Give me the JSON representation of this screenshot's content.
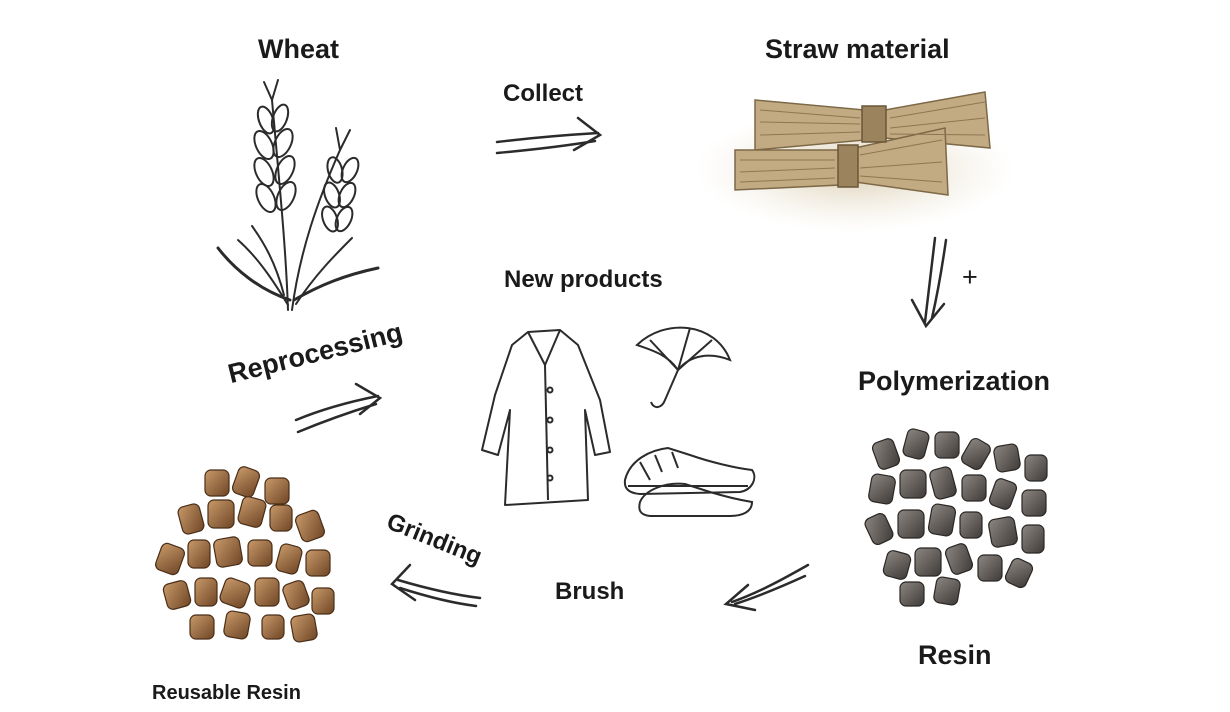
{
  "diagram": {
    "labels": {
      "wheat": "Wheat",
      "collect": "Collect",
      "straw_material": "Straw material",
      "new_products": "New products",
      "polymerization": "Polymerization",
      "reprocessing": "Reprocessing",
      "grinding": "Grinding",
      "brush": "Brush",
      "resin": "Resin",
      "reusable_resin": "Reusable Resin"
    },
    "plus_sign": "+",
    "colors": {
      "ink": "#1a1a1a",
      "straw": "#b59c73",
      "straw_dark": "#7d6847",
      "resin_gray": "#6b6560",
      "resin_brown": "#a4714a"
    }
  }
}
